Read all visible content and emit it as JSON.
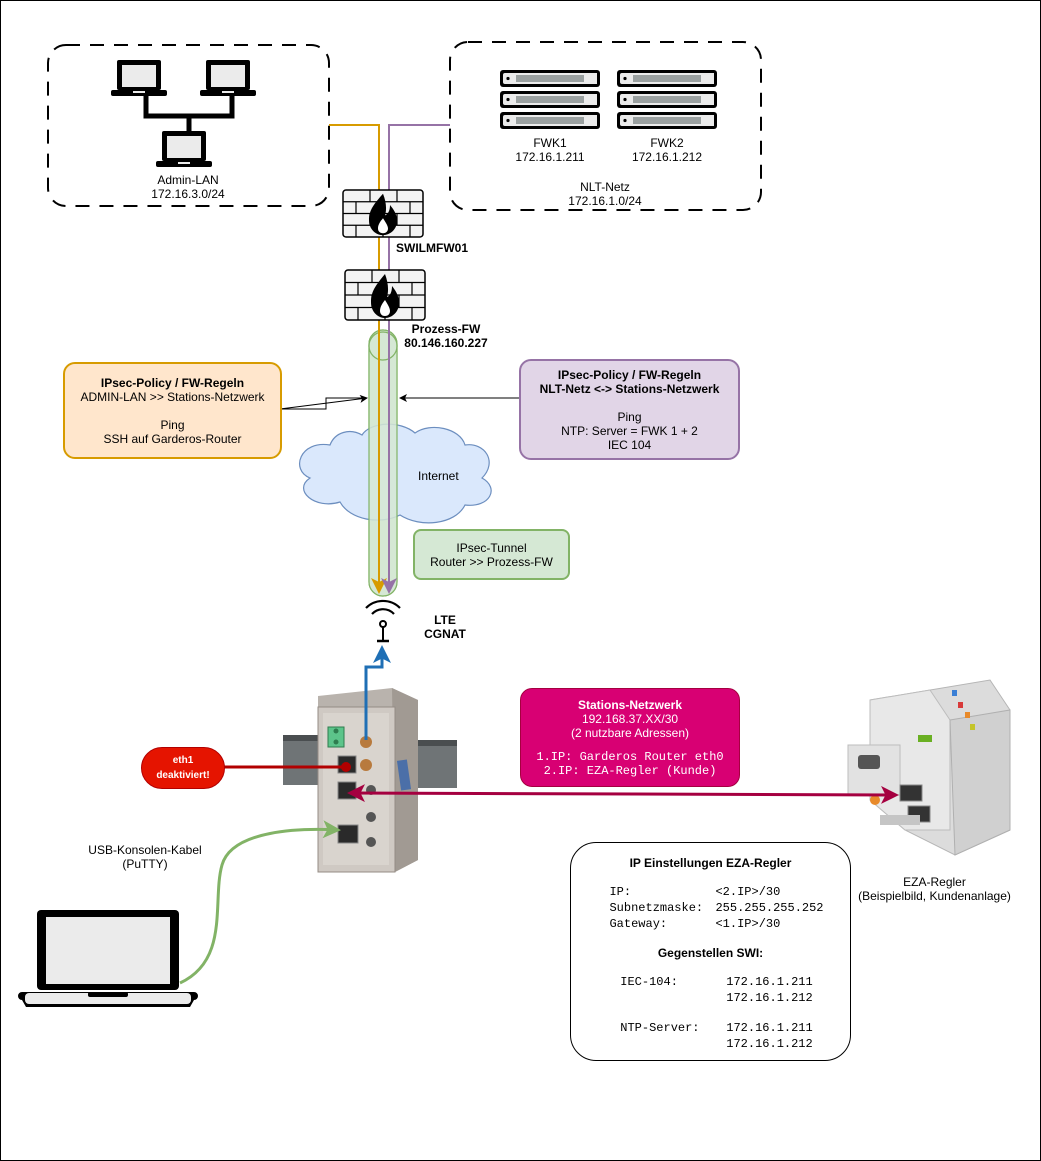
{
  "admin_lan": {
    "name": "Admin-LAN",
    "subnet": "172.16.3.0/24",
    "icons": [
      "laptop-icon",
      "laptop-icon",
      "laptop-icon"
    ]
  },
  "nlt_netz": {
    "name": "NLT-Netz",
    "subnet": "172.16.1.0/24",
    "servers": [
      {
        "name": "FWK1",
        "ip": "172.16.1.211",
        "icon": "server-rack-icon"
      },
      {
        "name": "FWK2",
        "ip": "172.16.1.212",
        "icon": "server-rack-icon"
      }
    ]
  },
  "firewalls": [
    {
      "name": "SWILMFW01",
      "ip": "",
      "icon": "firewall-icon"
    },
    {
      "name": "Prozess-FW",
      "ip": "80.146.160.227",
      "icon": "firewall-icon"
    }
  ],
  "policy_admin": {
    "title": "IPsec-Policy / FW-Regeln",
    "subtitle": "ADMIN-LAN >> Stations-Netzwerk",
    "lines": [
      "Ping",
      "SSH auf Garderos-Router"
    ]
  },
  "policy_nlt": {
    "title": "IPsec-Policy / FW-Regeln",
    "subtitle": "NLT-Netz <-> Stations-Netzwerk",
    "lines": [
      "Ping",
      "NTP: Server = FWK 1 + 2",
      "IEC 104"
    ]
  },
  "internet": {
    "label": "Internet",
    "icon": "cloud-icon"
  },
  "tunnel": {
    "line1": "IPsec-Tunnel",
    "line2": "Router >> Prozess-FW"
  },
  "lte": {
    "line1": "LTE",
    "line2": "CGNAT",
    "icon": "antenna-icon"
  },
  "stations_netz": {
    "title": "Stations-Netzwerk",
    "subnet": "192.168.37.XX/30",
    "note": "(2 nutzbare Adressen)",
    "ips": [
      "1.IP: Garderos Router eth0",
      "2.IP: EZA-Regler (Kunde)"
    ]
  },
  "eth1": {
    "line1": "eth1",
    "line2": "deaktiviert!"
  },
  "usb": {
    "line1": "USB-Konsolen-Kabel",
    "line2": "(PuTTY)"
  },
  "eza": {
    "line1": "EZA-Regler",
    "line2": "(Beispielbild, Kundenanlage)"
  },
  "ip_settings": {
    "title": "IP Einstellungen EZA-Regler",
    "rows": [
      {
        "k": "IP:",
        "v": "<2.IP>/30"
      },
      {
        "k": "Subnetzmaske:",
        "v": "255.255.255.252"
      },
      {
        "k": "Gateway:",
        "v": "<1.IP>/30"
      }
    ],
    "peers_title": "Gegenstellen SWI:",
    "peers": [
      {
        "k": "IEC-104:",
        "v1": "172.16.1.211",
        "v2": "172.16.1.212"
      },
      {
        "k": "NTP-Server:",
        "v1": "172.16.1.211",
        "v2": "172.16.1.212"
      }
    ]
  },
  "colors": {
    "admin_line": "#d79b00",
    "nlt_line": "#9673a6",
    "tunnel_fill": "#d5e8d4",
    "tunnel_stroke": "#82b366",
    "lte_line": "#1f6fb5",
    "eth1_line": "#b20000",
    "station_line": "#a50040",
    "usb_line": "#82b366",
    "cloud_fill": "#dae8fc",
    "cloud_stroke": "#6c8ebf"
  }
}
